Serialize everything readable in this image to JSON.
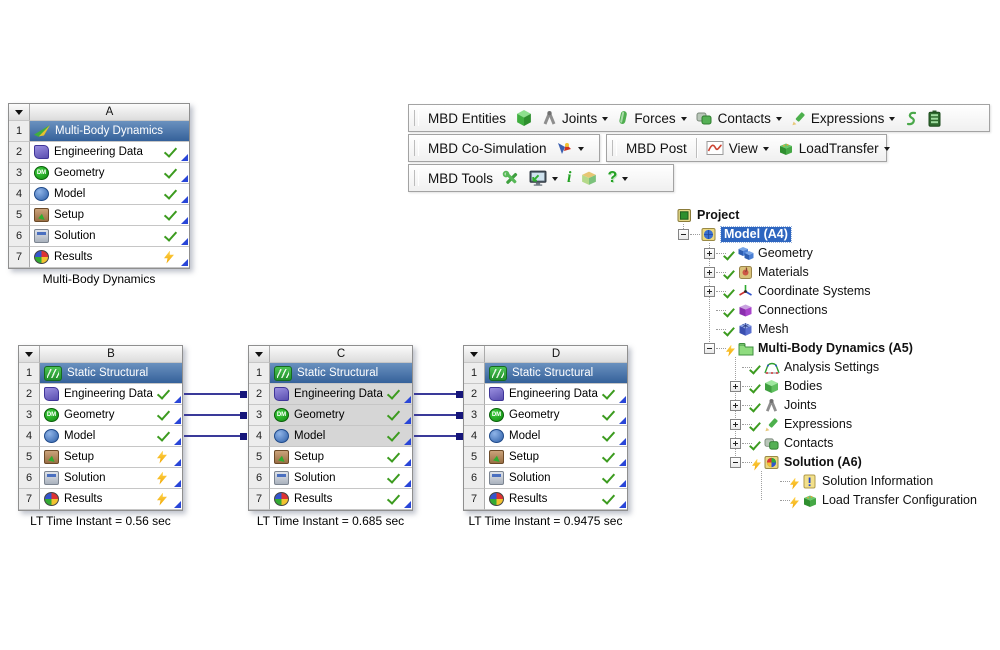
{
  "colors": {
    "header_blue": "#3d6fa8",
    "selection_blue": "#2e66c0",
    "check_green": "#3c9b1f",
    "bolt_gold": "#f0a500",
    "connector_navy": "#3a3a99",
    "shared_row_gray": "#d6d6d6"
  },
  "toolbars": {
    "row1": {
      "label": "MBD Entities",
      "buttons": [
        {
          "icon": "cube-icon",
          "label": ""
        },
        {
          "icon": "joints-icon",
          "label": "Joints",
          "dropdown": true
        },
        {
          "icon": "force-cylinder-icon",
          "label": "Forces",
          "dropdown": true
        },
        {
          "icon": "contact-plates-icon",
          "label": "Contacts",
          "dropdown": true
        },
        {
          "icon": "pencil-icon",
          "label": "Expressions",
          "dropdown": true
        },
        {
          "icon": "refresh-swirl-icon",
          "label": ""
        },
        {
          "icon": "battery-icon",
          "label": ""
        }
      ]
    },
    "row2": {
      "group1_label": "MBD Co-Simulation",
      "group1_icon": "co-simulation-icon",
      "group2_label": "MBD Post",
      "view_label": "View",
      "view_icon": "chart-view-icon",
      "loadtransfer_label": "LoadTransfer",
      "loadtransfer_icon": "load-transfer-box-icon"
    },
    "row3": {
      "label": "MBD Tools",
      "tools_icon": "tools-icon",
      "monitor_icon": "monitor-export-icon",
      "info_glyph": "i",
      "package_icon": "package-icon",
      "help_glyph": "?"
    }
  },
  "schematic": {
    "blocks": [
      {
        "letter": "A",
        "title_num": "1",
        "title": "Multi-Body Dynamics",
        "title_icon": "mbd-swoosh-icon",
        "caption": "Multi-Body Dynamics",
        "rows": [
          {
            "num": "2",
            "label": "Engineering Data",
            "icon": "book-icon",
            "status": "up-to-date"
          },
          {
            "num": "3",
            "label": "Geometry",
            "icon": "dm-geometry-icon",
            "status": "up-to-date"
          },
          {
            "num": "4",
            "label": "Model",
            "icon": "model-sphere-icon",
            "status": "up-to-date"
          },
          {
            "num": "5",
            "label": "Setup",
            "icon": "setup-box-icon",
            "status": "up-to-date"
          },
          {
            "num": "6",
            "label": "Solution",
            "icon": "solution-grid-icon",
            "status": "up-to-date"
          },
          {
            "num": "7",
            "label": "Results",
            "icon": "results-sphere-icon",
            "status": "update-required"
          }
        ]
      },
      {
        "letter": "B",
        "title_num": "1",
        "title": "Static Structural",
        "title_icon": "static-structural-icon",
        "caption": "LT Time Instant = 0.56 sec",
        "rows": [
          {
            "num": "2",
            "label": "Engineering Data",
            "icon": "book-icon",
            "status": "up-to-date"
          },
          {
            "num": "3",
            "label": "Geometry",
            "icon": "dm-geometry-icon",
            "status": "up-to-date"
          },
          {
            "num": "4",
            "label": "Model",
            "icon": "model-sphere-icon",
            "status": "up-to-date"
          },
          {
            "num": "5",
            "label": "Setup",
            "icon": "setup-box-icon",
            "status": "update-required"
          },
          {
            "num": "6",
            "label": "Solution",
            "icon": "solution-grid-icon",
            "status": "update-required"
          },
          {
            "num": "7",
            "label": "Results",
            "icon": "results-sphere-icon",
            "status": "update-required"
          }
        ]
      },
      {
        "letter": "C",
        "title_num": "1",
        "title": "Static Structural",
        "title_icon": "static-structural-icon",
        "caption": "LT Time Instant = 0.685 sec",
        "rows": [
          {
            "num": "2",
            "label": "Engineering Data",
            "icon": "book-icon",
            "status": "up-to-date",
            "shared": true
          },
          {
            "num": "3",
            "label": "Geometry",
            "icon": "dm-geometry-icon",
            "status": "up-to-date",
            "shared": true
          },
          {
            "num": "4",
            "label": "Model",
            "icon": "model-sphere-icon",
            "status": "up-to-date",
            "shared": true
          },
          {
            "num": "5",
            "label": "Setup",
            "icon": "setup-box-icon",
            "status": "up-to-date"
          },
          {
            "num": "6",
            "label": "Solution",
            "icon": "solution-grid-icon",
            "status": "up-to-date"
          },
          {
            "num": "7",
            "label": "Results",
            "icon": "results-sphere-icon",
            "status": "up-to-date"
          }
        ]
      },
      {
        "letter": "D",
        "title_num": "1",
        "title": "Static Structural",
        "title_icon": "static-structural-icon",
        "caption": "LT Time Instant = 0.9475 sec",
        "rows": [
          {
            "num": "2",
            "label": "Engineering Data",
            "icon": "book-icon",
            "status": "up-to-date"
          },
          {
            "num": "3",
            "label": "Geometry",
            "icon": "dm-geometry-icon",
            "status": "up-to-date"
          },
          {
            "num": "4",
            "label": "Model",
            "icon": "model-sphere-icon",
            "status": "up-to-date"
          },
          {
            "num": "5",
            "label": "Setup",
            "icon": "setup-box-icon",
            "status": "up-to-date"
          },
          {
            "num": "6",
            "label": "Solution",
            "icon": "solution-grid-icon",
            "status": "up-to-date"
          },
          {
            "num": "7",
            "label": "Results",
            "icon": "results-sphere-icon",
            "status": "up-to-date"
          }
        ]
      }
    ]
  },
  "tree": {
    "items": [
      {
        "label": "Project",
        "icon": "project-icon",
        "depth": 0,
        "bold": true
      },
      {
        "label": "Model (A4)",
        "icon": "model-box-icon",
        "depth": 1,
        "expander": "minus",
        "selected": true,
        "bold": true
      },
      {
        "label": "Geometry",
        "icon": "geometry-cubes-icon",
        "depth": 2,
        "expander": "plus",
        "status": "check"
      },
      {
        "label": "Materials",
        "icon": "materials-icon",
        "depth": 2,
        "expander": "plus",
        "status": "check"
      },
      {
        "label": "Coordinate Systems",
        "icon": "coordinate-axes-icon",
        "depth": 2,
        "expander": "plus",
        "status": "check"
      },
      {
        "label": "Connections",
        "icon": "connections-cube-icon",
        "depth": 2,
        "status": "check"
      },
      {
        "label": "Mesh",
        "icon": "mesh-cube-icon",
        "depth": 2,
        "status": "check"
      },
      {
        "label": "Multi-Body Dynamics (A5)",
        "icon": "green-folder-icon",
        "depth": 2,
        "expander": "minus",
        "status": "bolt",
        "bold": true
      },
      {
        "label": "Analysis Settings",
        "icon": "analysis-settings-icon",
        "depth": 3,
        "status": "check"
      },
      {
        "label": "Bodies",
        "icon": "green-cube-icon",
        "depth": 3,
        "expander": "plus",
        "status": "check"
      },
      {
        "label": "Joints",
        "icon": "joints-icon",
        "depth": 3,
        "expander": "plus",
        "status": "check"
      },
      {
        "label": "Expressions",
        "icon": "pencil-icon",
        "depth": 3,
        "expander": "plus",
        "status": "check"
      },
      {
        "label": "Contacts",
        "icon": "contact-plates-icon",
        "depth": 3,
        "expander": "plus",
        "status": "check"
      },
      {
        "label": "Solution (A6)",
        "icon": "solution-sphere-icon",
        "depth": 3,
        "expander": "minus",
        "status": "bolt",
        "bold": true
      },
      {
        "label": "Solution Information",
        "icon": "note-exclamation-icon",
        "depth": 4,
        "status": "bolt"
      },
      {
        "label": "Load Transfer Configuration",
        "icon": "load-transfer-box-icon",
        "depth": 4,
        "status": "bolt"
      }
    ]
  }
}
